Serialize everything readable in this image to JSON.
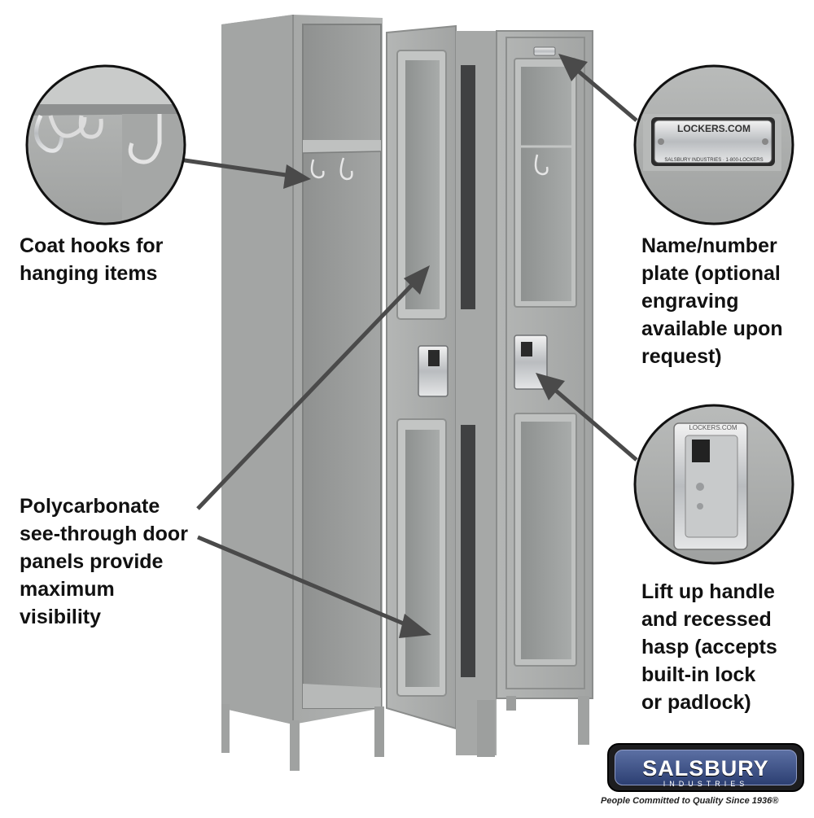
{
  "callouts": {
    "coat_hooks": "Coat hooks for\nhanging items",
    "polycarbonate": "Polycarbonate\nsee-through door\npanels provide\nmaximum\nvisibility",
    "name_plate": "Name/number\nplate (optional\nengraving\navailable upon\nrequest)",
    "hasp": "Lift up handle\nand recessed\nhasp (accepts\nbuilt-in lock\nor padlock)"
  },
  "plate_closeup": {
    "brand": "LOCKERS.COM",
    "fine_print": "SALSBURY INDUSTRIES · 1-800-LOCKERS"
  },
  "hasp_closeup": {
    "brand": "LOCKERS.COM"
  },
  "logo": {
    "brand": "SALSBURY",
    "subtitle": "INDUSTRIES",
    "tagline": "People Committed to Quality Since 1936®"
  },
  "colors": {
    "locker_gray": "#a9abaa",
    "arrow_gray": "#4a4a4a",
    "logo_blue": "#3b4f85"
  }
}
